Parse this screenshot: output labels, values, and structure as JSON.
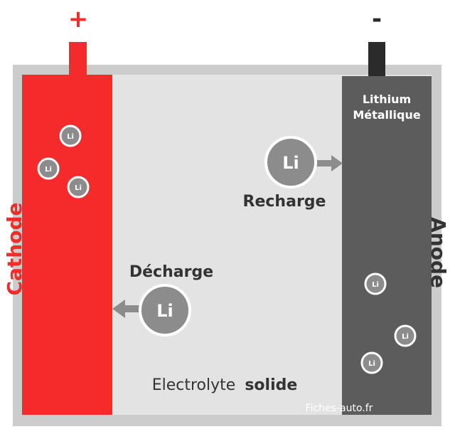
{
  "colors": {
    "background": "#ffffff",
    "casing": "#cccccc",
    "electrolyte": "#e3e3e3",
    "cathode": "#f52a2a",
    "anode": "#5c5c5c",
    "terminal_neg": "#2b2b2b",
    "ion_fill": "#8c8c8c",
    "ion_ring": "#ffffff",
    "arrow": "#8c8c8c",
    "text_dark": "#333333",
    "text_white": "#ffffff",
    "watermark": "#ffffff"
  },
  "terminals": {
    "positive_sign": "+",
    "negative_sign": "-"
  },
  "cathode": {
    "label": "Cathode"
  },
  "anode": {
    "label": "Anode",
    "material_line1": "Lithium",
    "material_line2": "Métallique"
  },
  "electrolyte": {
    "label_regular": "Electrolyte",
    "label_bold": "solide"
  },
  "flows": {
    "recharge": {
      "label": "Recharge",
      "ion": "Li"
    },
    "decharge": {
      "label": "Décharge",
      "ion": "Li"
    }
  },
  "ions": {
    "small_label": "Li"
  },
  "watermark": "Fiches-auto.fr"
}
